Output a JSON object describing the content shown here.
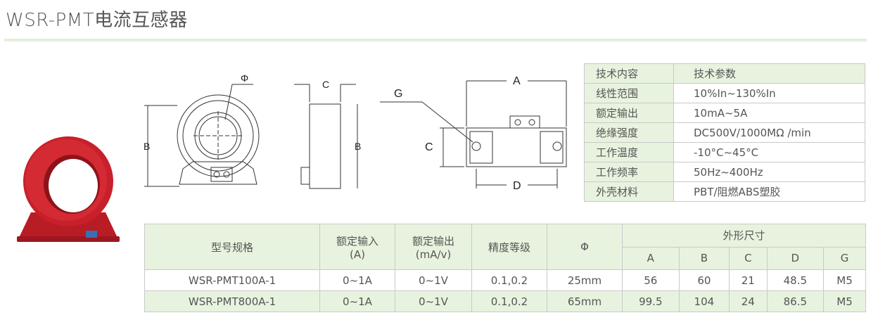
{
  "page": {
    "title": "WSR-PMT电流互感器"
  },
  "drawing_labels": {
    "phi": "Φ",
    "A": "A",
    "B": "B",
    "C": "C",
    "D": "D",
    "G": "G"
  },
  "spec_table": {
    "header": [
      "技术内容",
      "技术参数"
    ],
    "rows": [
      [
        "线性范围",
        "10%In~130%In"
      ],
      [
        "额定输出",
        "10mA~5A"
      ],
      [
        "绝缘强度",
        "DC500V/1000MΩ /min"
      ],
      [
        "工作温度",
        "-10°C~45°C"
      ],
      [
        "工作频率",
        "50Hz~400Hz"
      ],
      [
        "外壳材料",
        "PBT/阻燃ABS塑胶"
      ]
    ]
  },
  "model_table": {
    "headers": {
      "model": "型号规格",
      "rated_input": "额定输入",
      "rated_input_unit": "(A)",
      "rated_output": "额定输出",
      "rated_output_unit": "(mA/v)",
      "accuracy": "精度等级",
      "phi": "Φ",
      "dimensions": "外形尺寸",
      "dims": [
        "A",
        "B",
        "C",
        "D",
        "G"
      ]
    },
    "rows": [
      [
        "WSR-PMT100A-1",
        "0~1A",
        "0~1V",
        "0.1,0.2",
        "25mm",
        "56",
        "60",
        "21",
        "48.5",
        "M5"
      ],
      [
        "WSR-PMT800A-1",
        "0~1A",
        "0~1V",
        "0.1,0.2",
        "65mm",
        "99.5",
        "104",
        "24",
        "86.5",
        "M5"
      ]
    ]
  },
  "colors": {
    "header_bg": "#e8f3df",
    "product_red": "#c8202a",
    "rule": "#e3f0d9"
  }
}
